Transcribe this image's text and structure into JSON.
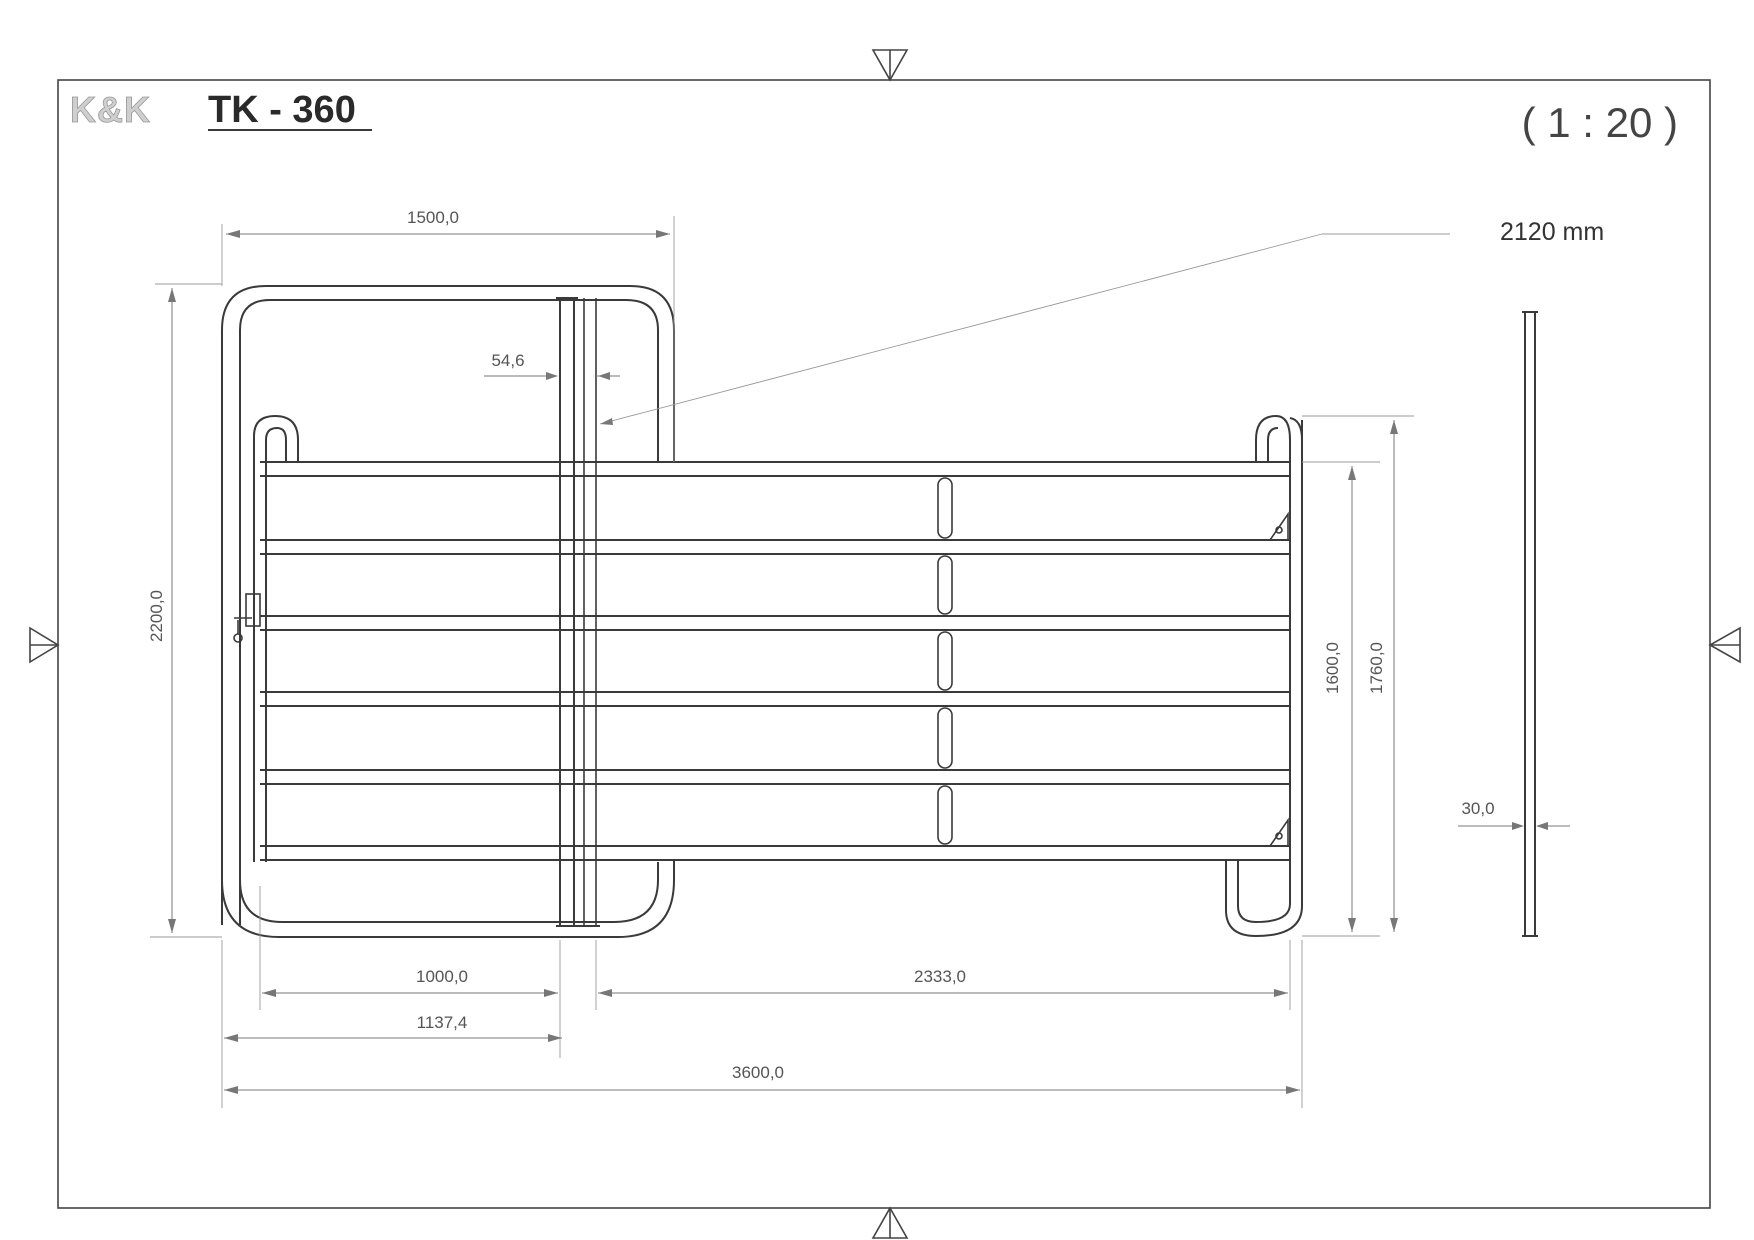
{
  "title_block": {
    "logo_text": "K&K",
    "model": "TK - 360",
    "scale": "( 1 : 20 )"
  },
  "callout": {
    "length": "2120 mm"
  },
  "dimensions": {
    "gate_width": "1500,0",
    "gate_height": "2200,0",
    "post_gap": "54,6",
    "panel_height": "1600,0",
    "panel_total_height": "1760,0",
    "side_thickness": "30,0",
    "gate_inner_width": "1000,0",
    "panel_section": "2333,0",
    "gate_outer_width": "1137,4",
    "total_length": "3600,0"
  },
  "colors": {
    "line": "#3a3a3a",
    "dimension": "#777777",
    "paper": "#ffffff"
  }
}
